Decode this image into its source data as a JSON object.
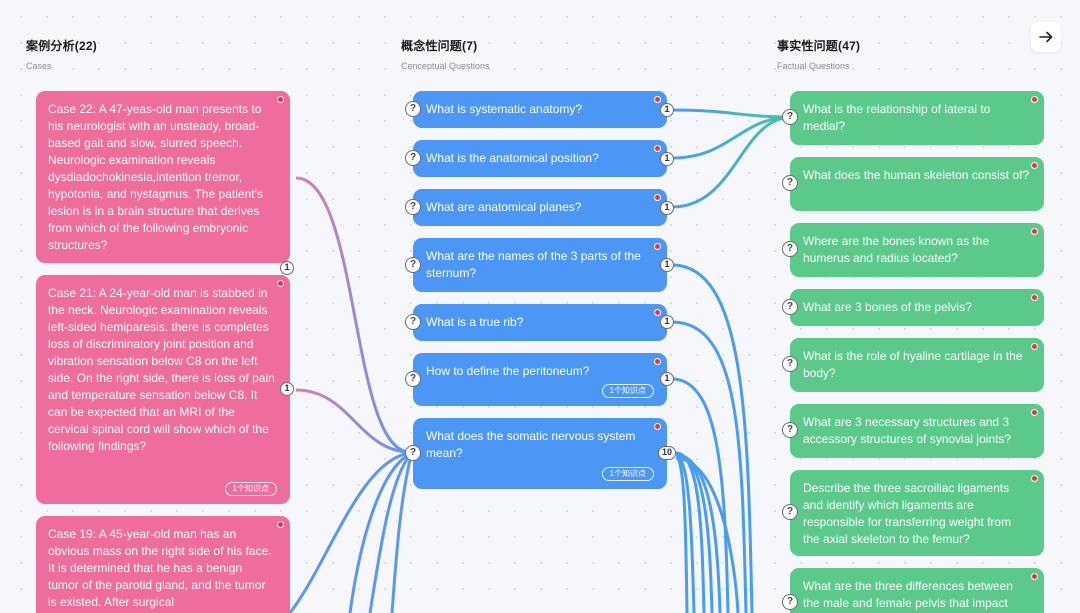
{
  "columns": {
    "cases": {
      "title": "案例分析(22)",
      "subtitle": "Cases"
    },
    "conceptual": {
      "title": "概念性问题(7)",
      "subtitle": "Cenceptual Questions"
    },
    "factual": {
      "title": "事实性问题(47)",
      "subtitle": "Factual Questions"
    }
  },
  "toolbar": {
    "next_icon": "arrow-right-icon"
  },
  "colors": {
    "case": "#ee6d9c",
    "concept": "#4c97f5",
    "fact": "#5ac98a",
    "link_blue": "#4a9cf0",
    "link_teal": "#3fb8b2",
    "link_pink": "#d775b8"
  },
  "cases": [
    {
      "text": "Case 22: A 47-yeas-old man presents to his neurologist with an unsteady, broad-based gait and slow, slurred speech. Neurologic examination reveals dysdiadochokinesia,intention tremor, hypotonia, and nystagmus. The patient's lesion is in a brain structure that derives from which of the following embryonic structures?",
      "count": "1"
    },
    {
      "text": "Case 21: A 24-year-old man is stabbed in the neck. Neurologic examination reveals left-sided hemiparesis. there is completes loss of discriminatory joint position and vibration sensation below C8 on the left side. On the right side, there is loss of pain and temperature sensation below C8. It can be expected that an MRI of the cervical spinal cord will show which of the following findings?",
      "count": "1",
      "tag": "1个知识点"
    },
    {
      "text": "Case 19: A 45-year-old man has an obvious mass on the right side of his face. It is determined that he has a benign tumor of the parotid gland, and the tumor is existed. After surgical"
    }
  ],
  "concepts": [
    {
      "text": "What is systematic anatomy?",
      "count": "1"
    },
    {
      "text": "What is the anatomical position?",
      "count": "1"
    },
    {
      "text": "What are anatomical planes?",
      "count": "1"
    },
    {
      "text": "What are the names of the 3 parts of the sternum?",
      "count": "1"
    },
    {
      "text": "What is a true rib?",
      "count": "1"
    },
    {
      "text": "How to define the peritoneum?",
      "count": "1",
      "tag": "1个知识点"
    },
    {
      "text": "What does the somatic nervous system mean?",
      "count": "10",
      "tag": "1个知识点"
    }
  ],
  "facts": [
    {
      "text": "What is the relationship of lateral to medial?"
    },
    {
      "text": "What does the human skeleton consist of?"
    },
    {
      "text": "Where are the bones known as the humerus and radius located?"
    },
    {
      "text": "What are 3 bones of the pelvis?"
    },
    {
      "text": "What is the role of hyaline cartilage in the body?"
    },
    {
      "text": "What are 3 necessary structures and 3 accessory structures of synovial joints?"
    },
    {
      "text": "Describe the three sacroiliac ligaments and identify which ligaments are responsible for transferring weight from the axial skeleton to the femur?"
    },
    {
      "text": "What are the three differences between the male and female pelvis that impact"
    }
  ]
}
